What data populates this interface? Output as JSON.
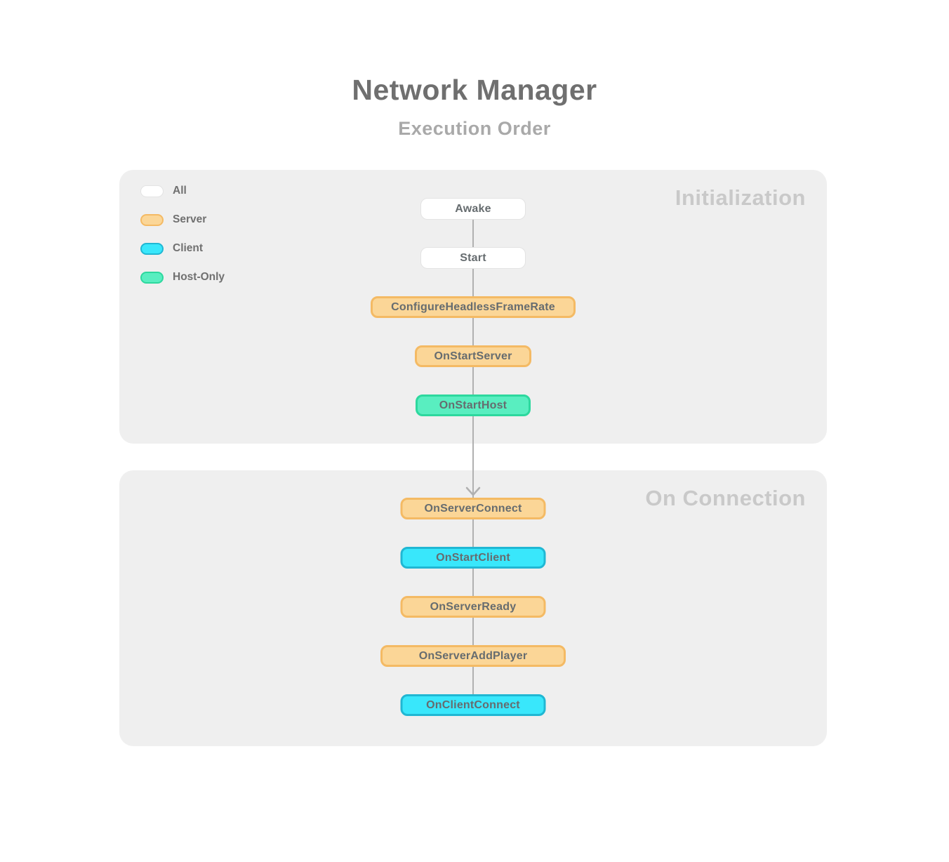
{
  "title": "Network Manager",
  "subtitle": "Execution Order",
  "sections": [
    {
      "label": "Initialization"
    },
    {
      "label": "On Connection"
    }
  ],
  "legend": {
    "items": [
      {
        "label": "All",
        "type": "all"
      },
      {
        "label": "Server",
        "type": "server"
      },
      {
        "label": "Client",
        "type": "client"
      },
      {
        "label": "Host-Only",
        "type": "host"
      }
    ]
  },
  "nodes": [
    {
      "label": "Awake",
      "type": "all",
      "section": "Initialization"
    },
    {
      "label": "Start",
      "type": "all",
      "section": "Initialization"
    },
    {
      "label": "ConfigureHeadlessFrameRate",
      "type": "server",
      "section": "Initialization"
    },
    {
      "label": "OnStartServer",
      "type": "server",
      "section": "Initialization"
    },
    {
      "label": "OnStartHost",
      "type": "host",
      "section": "Initialization"
    },
    {
      "label": "OnServerConnect",
      "type": "server",
      "section": "On Connection"
    },
    {
      "label": "OnStartClient",
      "type": "client",
      "section": "On Connection"
    },
    {
      "label": "OnServerReady",
      "type": "server",
      "section": "On Connection"
    },
    {
      "label": "OnServerAddPlayer",
      "type": "server",
      "section": "On Connection"
    },
    {
      "label": "OnClientConnect",
      "type": "client",
      "section": "On Connection"
    }
  ],
  "colors": {
    "all_fill": "#ffffff",
    "all_border": "#e3e3e3",
    "server_fill": "#fbd697",
    "server_border": "#f4ba64",
    "client_fill": "#39e7fb",
    "client_border": "#20b7d3",
    "host_fill": "#59eec0",
    "host_border": "#2dd89e",
    "panel_bg": "#efefef",
    "connector": "#b0b0b0",
    "node_text": "#666c6f",
    "title_text": "#6f6f6f",
    "subtitle_text": "#a9a9a9",
    "section_text": "#c9c9c9",
    "legend_text": "#707070"
  }
}
